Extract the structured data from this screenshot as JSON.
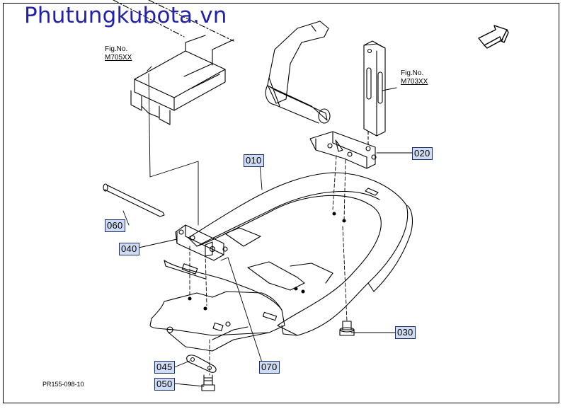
{
  "watermark": "Phutungkubota.vn",
  "figure_refs": [
    {
      "label": "Fig.No.",
      "code": "M705XX"
    },
    {
      "label": "Fig.No.",
      "code": "M703XX"
    }
  ],
  "callouts": {
    "p010": "010",
    "p020": "020",
    "p030": "030",
    "p040": "040",
    "p045": "045",
    "p050": "050",
    "p060": "060",
    "p070": "070"
  },
  "diagram_ref": "PR155-098-10",
  "icons": [
    "direction-arrow-icon"
  ],
  "colors": {
    "watermark": "#2222a8",
    "callout_bg": "#cfdcf2",
    "callout_border": "#1f2f6a",
    "line": "#000000"
  }
}
